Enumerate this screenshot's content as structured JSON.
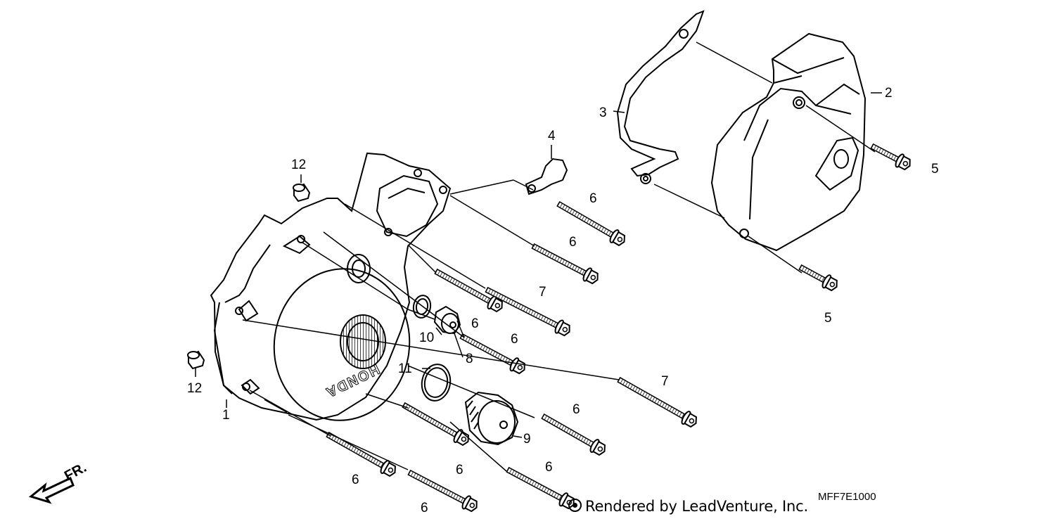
{
  "diagram": {
    "brand_text": "HONDA",
    "front_marker": "FR.",
    "callouts": {
      "c1": "1",
      "c2": "2",
      "c3": "3",
      "c4": "4",
      "c5a": "5",
      "c5b": "5",
      "c6a": "6",
      "c6b": "6",
      "c6c": "6",
      "c6d": "6",
      "c6e": "6",
      "c6f": "6",
      "c6g": "6",
      "c6h": "6",
      "c6i": "6",
      "c7a": "7",
      "c7b": "7",
      "c8": "8",
      "c9": "9",
      "c10": "10",
      "c11": "11",
      "c12a": "12",
      "c12b": "12"
    }
  },
  "footer": {
    "credit": "Rendered by LeadVenture, Inc.",
    "code": "MFF7E1000"
  }
}
